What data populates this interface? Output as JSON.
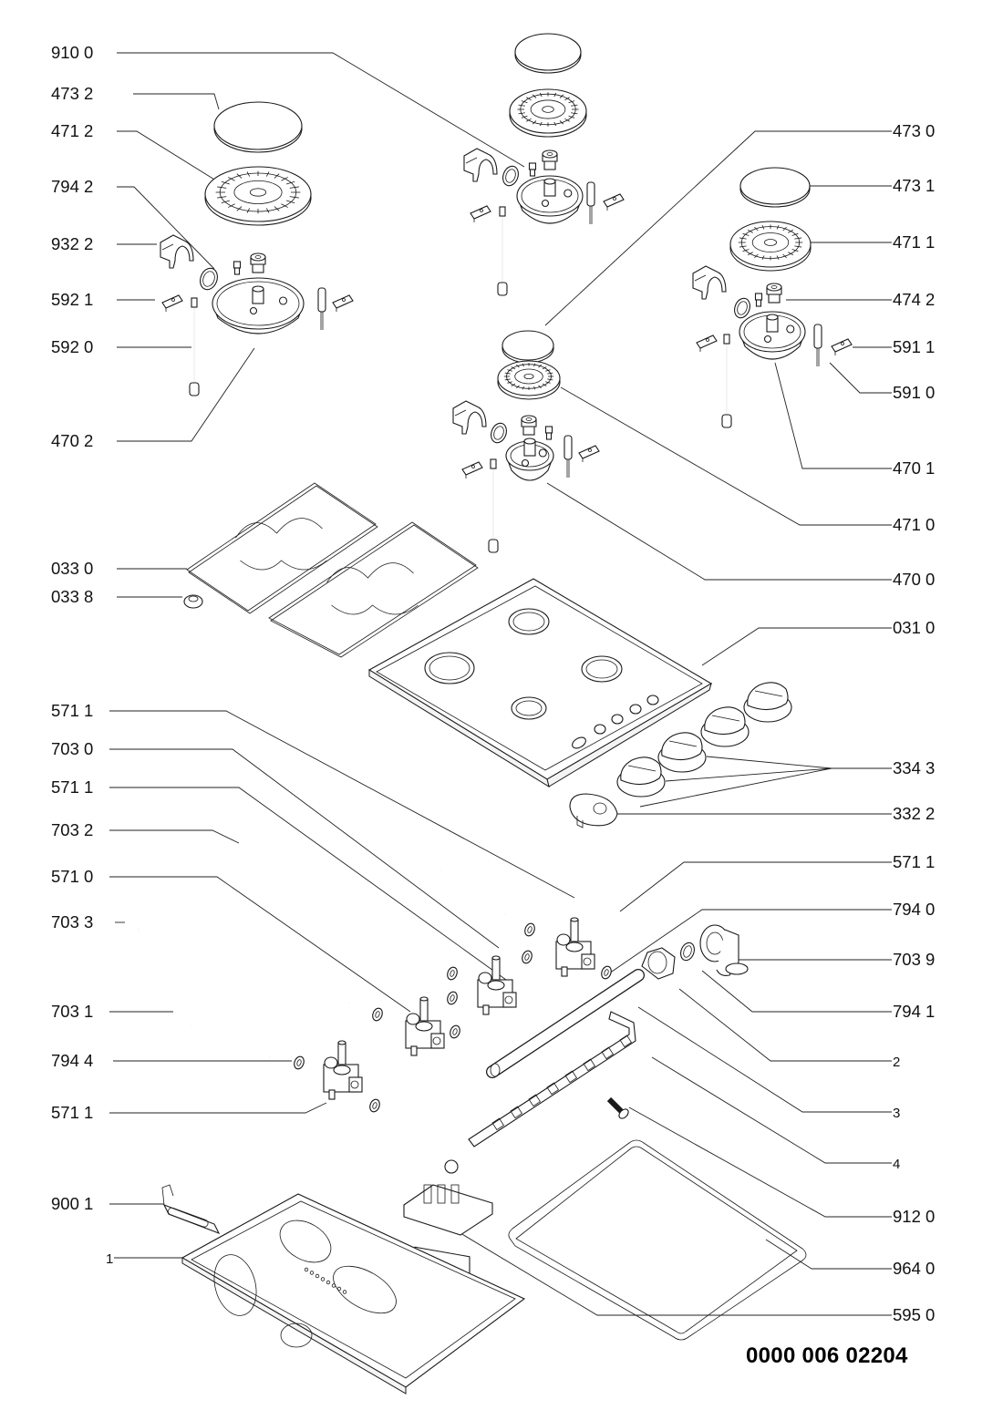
{
  "document": {
    "title": "Gas hob exploded parts diagram",
    "doc_number": "0000 006 02204"
  },
  "labels_left": [
    {
      "id": "910 0",
      "target": "injector-screw-top-burner"
    },
    {
      "id": "473 2",
      "target": "burner-cap-large"
    },
    {
      "id": "471 2",
      "target": "burner-crown-large"
    },
    {
      "id": "794 2",
      "target": "gasket-large-burner"
    },
    {
      "id": "932 2",
      "target": "clip-cover-large-burner"
    },
    {
      "id": "592 1",
      "target": "thermocouple-clip-large-burner"
    },
    {
      "id": "592 0",
      "target": "thermocouple-large-burner"
    },
    {
      "id": "470 2",
      "target": "burner-body-large"
    },
    {
      "id": "033 0",
      "target": "pan-support"
    },
    {
      "id": "033 8",
      "target": "pan-support-foot"
    },
    {
      "id": "571 1",
      "target": "gas-valve-a"
    },
    {
      "id": "703 0",
      "target": "gas-pipe-a"
    },
    {
      "id": "571 1",
      "target": "gas-valve-b"
    },
    {
      "id": "703 2",
      "target": "gas-pipe-b"
    },
    {
      "id": "571 0",
      "target": "gas-valve-c"
    },
    {
      "id": "703 3",
      "target": "gas-pipe-c"
    },
    {
      "id": "703 1",
      "target": "gas-pipe-d"
    },
    {
      "id": "794 4",
      "target": "gasket-valve"
    },
    {
      "id": "571 1",
      "target": "gas-valve-d"
    },
    {
      "id": "900 1",
      "target": "bracket"
    },
    {
      "id": "1",
      "target": "base-tray"
    }
  ],
  "labels_right": [
    {
      "id": "473 0",
      "target": "burner-cap-small"
    },
    {
      "id": "473 1",
      "target": "burner-cap-medium"
    },
    {
      "id": "471 1",
      "target": "burner-crown-medium"
    },
    {
      "id": "474 2",
      "target": "injector-medium"
    },
    {
      "id": "591 1",
      "target": "electrode-clip"
    },
    {
      "id": "591 0",
      "target": "ignition-electrode"
    },
    {
      "id": "470 1",
      "target": "burner-body-medium"
    },
    {
      "id": "471 0",
      "target": "burner-crown-small"
    },
    {
      "id": "470 0",
      "target": "burner-body-small"
    },
    {
      "id": "031 0",
      "target": "hob-top-panel"
    },
    {
      "id": "334 3",
      "target": "control-knobs"
    },
    {
      "id": "332 2",
      "target": "ignition-button"
    },
    {
      "id": "571 1",
      "target": "gas-valve-e"
    },
    {
      "id": "794 0",
      "target": "gasket-ramp"
    },
    {
      "id": "703 9",
      "target": "elbow-connector"
    },
    {
      "id": "794 1",
      "target": "gasket-elbow"
    },
    {
      "id": "2",
      "target": "nut"
    },
    {
      "id": "3",
      "target": "gas-ramp-tube"
    },
    {
      "id": "4",
      "target": "ramp-bracket"
    },
    {
      "id": "912 0",
      "target": "screw"
    },
    {
      "id": "964 0",
      "target": "seal-gasket"
    },
    {
      "id": "595 0",
      "target": "ignition-generator"
    }
  ],
  "colors": {
    "ink": "#111111",
    "background": "#ffffff"
  }
}
